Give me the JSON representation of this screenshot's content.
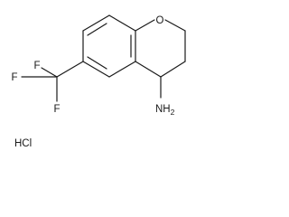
{
  "molecule": {
    "ring_oxygen": "O",
    "fluorine_top": "F",
    "fluorine_left": "F",
    "fluorine_bottom": "F",
    "amine": "NH2",
    "salt": "HCl"
  }
}
